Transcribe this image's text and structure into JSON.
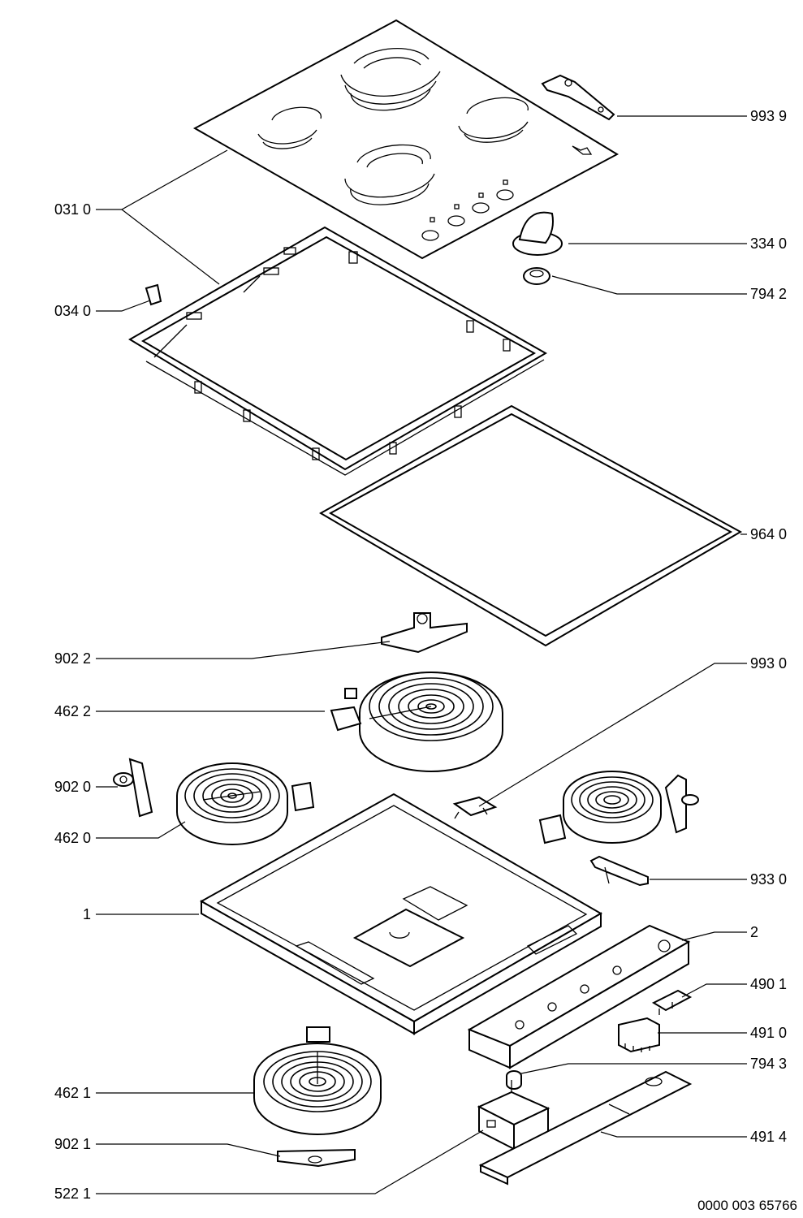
{
  "diagram": {
    "doc_code": "0000 003 65766",
    "labels": [
      {
        "id": "glass-top",
        "text": "993 9"
      },
      {
        "id": "ceramic-glass",
        "text": "031 0"
      },
      {
        "id": "knob",
        "text": "334 0"
      },
      {
        "id": "bracket-clip",
        "text": "034 0"
      },
      {
        "id": "knob-base",
        "text": "794 2"
      },
      {
        "id": "gasket",
        "text": "964 0"
      },
      {
        "id": "heater-bracket-back",
        "text": "902 2"
      },
      {
        "id": "heater-back-large",
        "text": "462 2"
      },
      {
        "id": "support-spring",
        "text": "993 0"
      },
      {
        "id": "heater-bracket-left",
        "text": "902 0"
      },
      {
        "id": "heater-left",
        "text": "462 0"
      },
      {
        "id": "clamp",
        "text": "933 0"
      },
      {
        "id": "tray",
        "text": "1"
      },
      {
        "id": "control-box",
        "text": "2"
      },
      {
        "id": "terminal",
        "text": "490 1"
      },
      {
        "id": "terminal-block",
        "text": "491 0"
      },
      {
        "id": "knob-spacer",
        "text": "794 3"
      },
      {
        "id": "heater-front",
        "text": "462 1"
      },
      {
        "id": "heater-bracket-front",
        "text": "902 1"
      },
      {
        "id": "cover-plate",
        "text": "491 4"
      },
      {
        "id": "energy-regulator",
        "text": "522 1"
      }
    ]
  }
}
